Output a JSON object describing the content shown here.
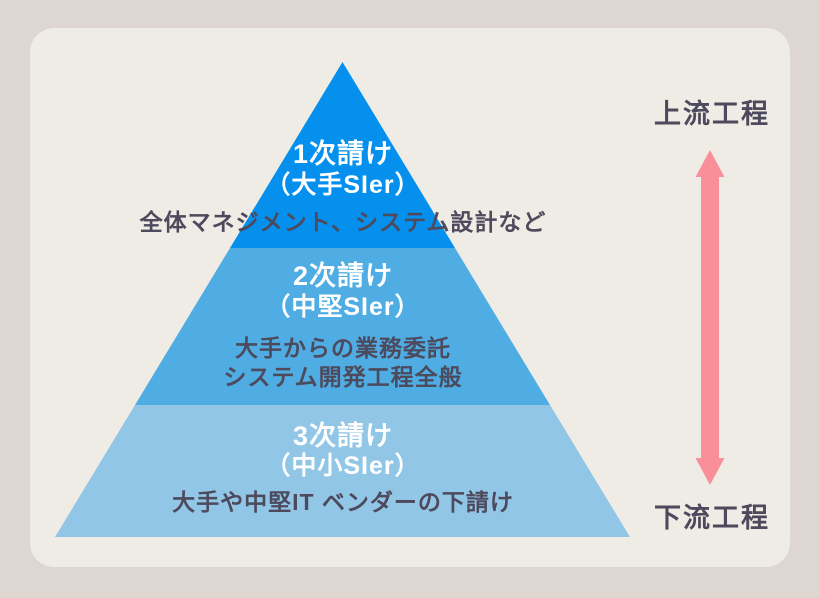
{
  "diagram": {
    "pyramid": {
      "tiers": [
        {
          "title": "1次請け",
          "subtitle": "（大手SIer）",
          "description": [
            "全体マネジメント、システム設計など"
          ],
          "color": "#0590ee"
        },
        {
          "title": "2次請け",
          "subtitle": "（中堅SIer）",
          "description": [
            "大手からの業務委託",
            "システム開発工程全般"
          ],
          "color": "#4fade3"
        },
        {
          "title": "3次請け",
          "subtitle": "（中小SIer）",
          "description": [
            "大手や中堅IT ベンダーの下請け"
          ],
          "color": "#92c6e7"
        }
      ]
    },
    "process_axis": {
      "top_label": "上流工程",
      "bottom_label": "下流工程",
      "arrow_color": "#f98f99"
    },
    "colors": {
      "page_background": "#ded6d1",
      "card_background": "#efebe5",
      "dark_text": "#4c4a5c",
      "light_text": "#ffffff"
    }
  }
}
